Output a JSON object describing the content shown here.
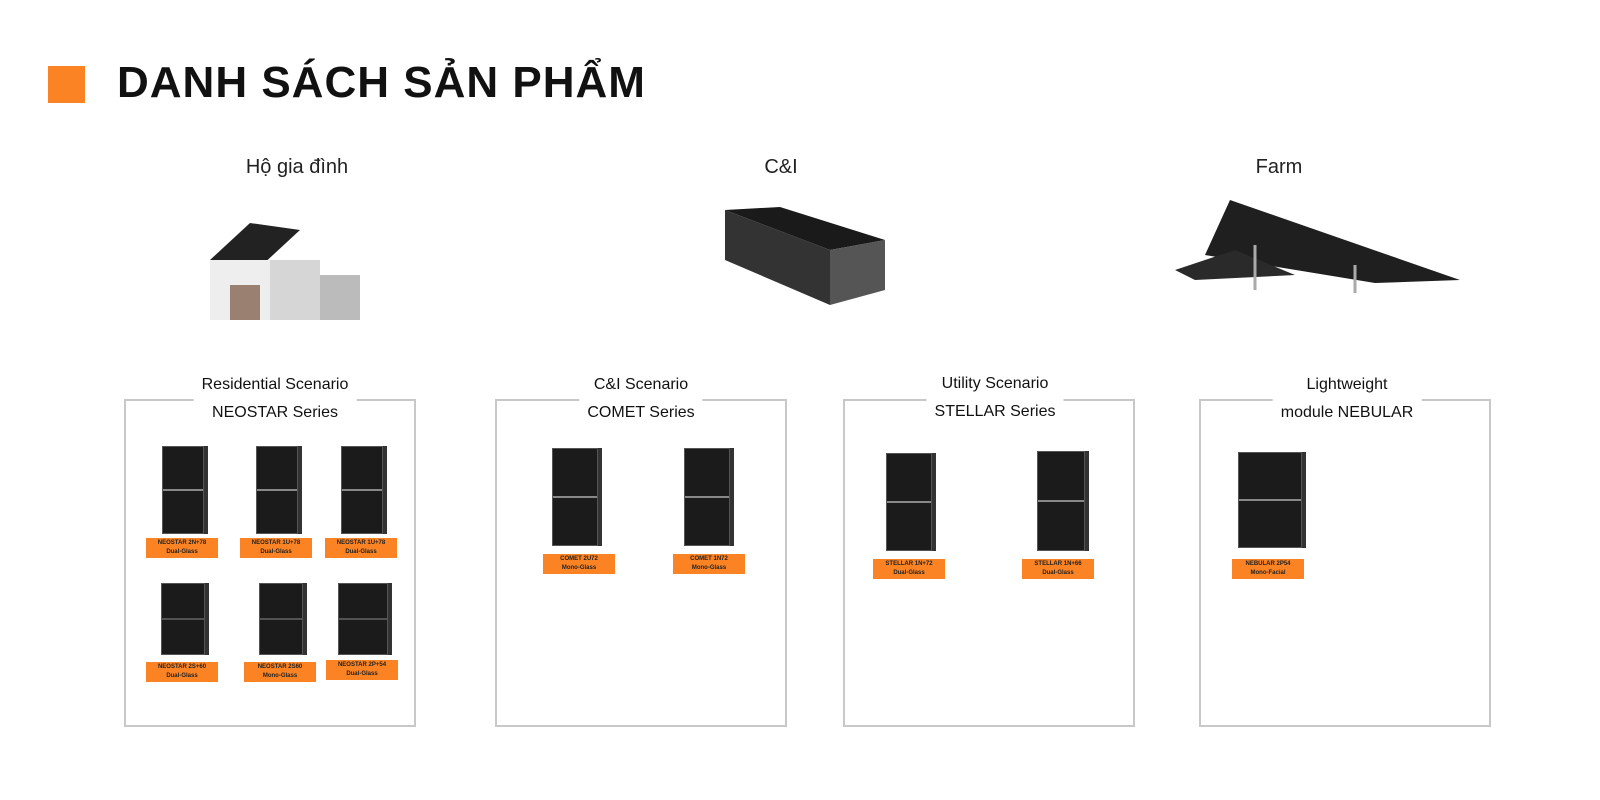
{
  "title": "DANH SÁCH SẢN PHẨM",
  "categories": [
    "Hộ gia đình",
    "C&I",
    "Farm"
  ],
  "groups": [
    {
      "line1": "Residential Scenario",
      "line2": "NEOSTAR Series",
      "products": [
        {
          "name": "NEOSTAR 2N+78",
          "type": "Dual-Glass"
        },
        {
          "name": "NEOSTAR 1U+78",
          "type": "Dual-Glass"
        },
        {
          "name": "NEOSTAR 1U+78",
          "type": "Dual-Glass"
        },
        {
          "name": "NEOSTAR 2S+60",
          "type": "Dual-Glass"
        },
        {
          "name": "NEOSTAR 2S60",
          "type": "Mono-Glass"
        },
        {
          "name": "NEOSTAR 2P+54",
          "type": "Dual-Glass"
        }
      ]
    },
    {
      "line1": "C&I Scenario",
      "line2": "COMET Series",
      "products": [
        {
          "name": "COMET 2U72",
          "type": "Mono-Glass"
        },
        {
          "name": "COMET 1N72",
          "type": "Mono-Glass"
        }
      ]
    },
    {
      "line1": "Utility Scenario",
      "line2": "STELLAR Series",
      "products": [
        {
          "name": "STELLAR 1N+72",
          "type": "Dual-Glass"
        },
        {
          "name": "STELLAR 1N+66",
          "type": "Dual-Glass"
        }
      ]
    },
    {
      "line1": "Lightweight",
      "line2": "module NEBULAR",
      "products": [
        {
          "name": "NEBULAR 2P54",
          "type": "Mono-Facial"
        }
      ]
    }
  ]
}
